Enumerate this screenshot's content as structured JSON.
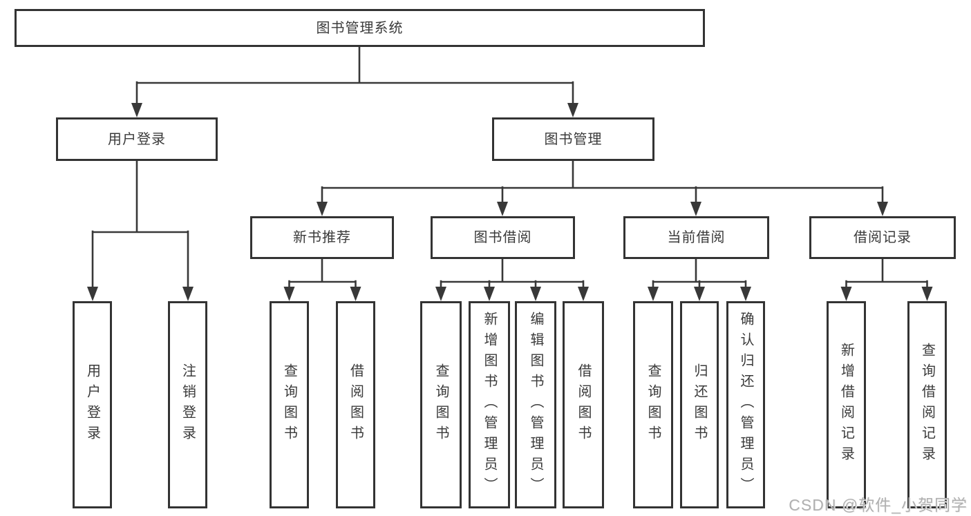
{
  "diagram": {
    "root": {
      "label": "图书管理系统"
    },
    "level2": [
      {
        "label": "用户登录"
      },
      {
        "label": "图书管理"
      }
    ],
    "level3": [
      {
        "label": "新书推荐"
      },
      {
        "label": "图书借阅"
      },
      {
        "label": "当前借阅"
      },
      {
        "label": "借阅记录"
      }
    ],
    "leaves": {
      "user_login": [
        {
          "label": "用户登录"
        },
        {
          "label": "注销登录"
        }
      ],
      "new_book_recommend": [
        {
          "label": "查询图书"
        },
        {
          "label": "借阅图书"
        }
      ],
      "book_borrow": [
        {
          "label": "查询图书"
        },
        {
          "label": "新增图书（管理员）"
        },
        {
          "label": "编辑图书（管理员）"
        },
        {
          "label": "借阅图书"
        }
      ],
      "current_borrow": [
        {
          "label": "查询图书"
        },
        {
          "label": "归还图书"
        },
        {
          "label": "确认归还（管理员）"
        }
      ],
      "borrow_records": [
        {
          "label": "新增借阅记录"
        },
        {
          "label": "查询借阅记录"
        }
      ]
    },
    "watermark": "CSDN @软件_小贺同学",
    "colors": {
      "line": "#383838",
      "border": "#333333",
      "text": "#3a3a3a",
      "background": "#ffffff",
      "watermark": "#b0b0b0"
    }
  }
}
